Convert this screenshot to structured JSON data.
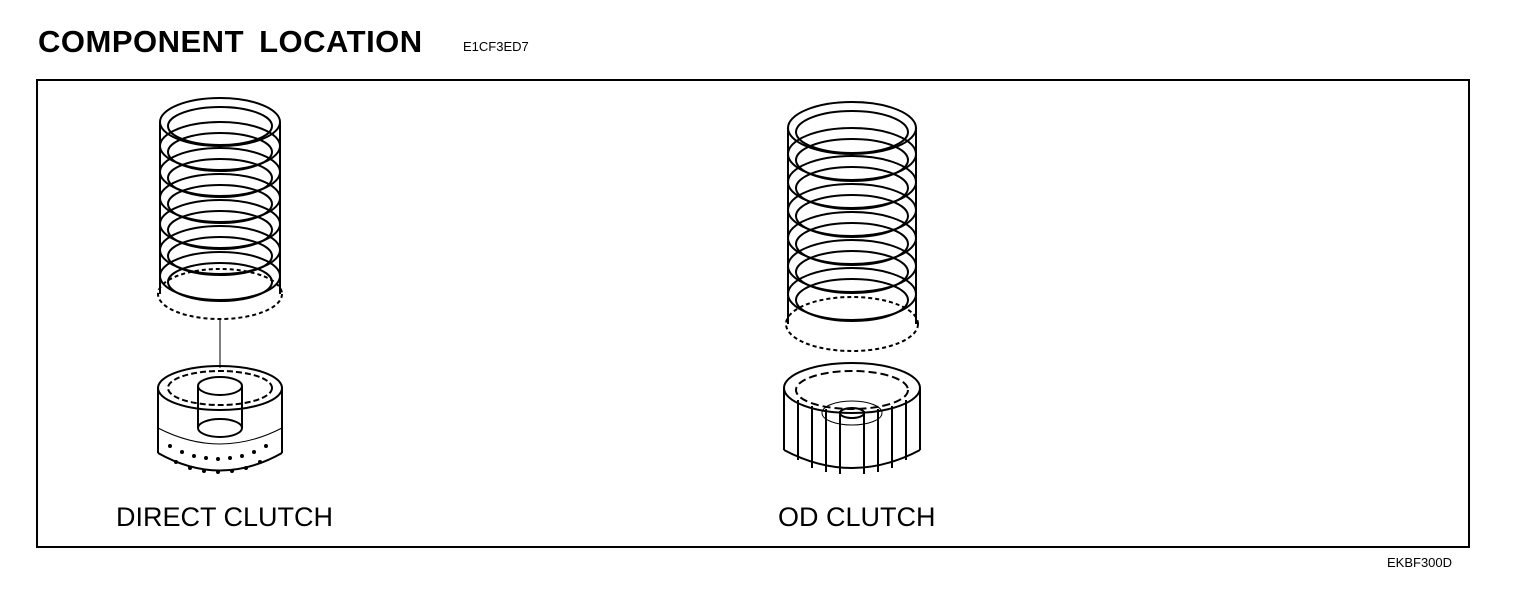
{
  "header": {
    "title": "COMPONENT LOCATION",
    "code": "E1CF3ED7"
  },
  "figure": {
    "labels": {
      "direct_clutch": "DIRECT CLUTCH",
      "od_clutch": "OD CLUTCH"
    },
    "figure_code": "EKBF300D"
  }
}
